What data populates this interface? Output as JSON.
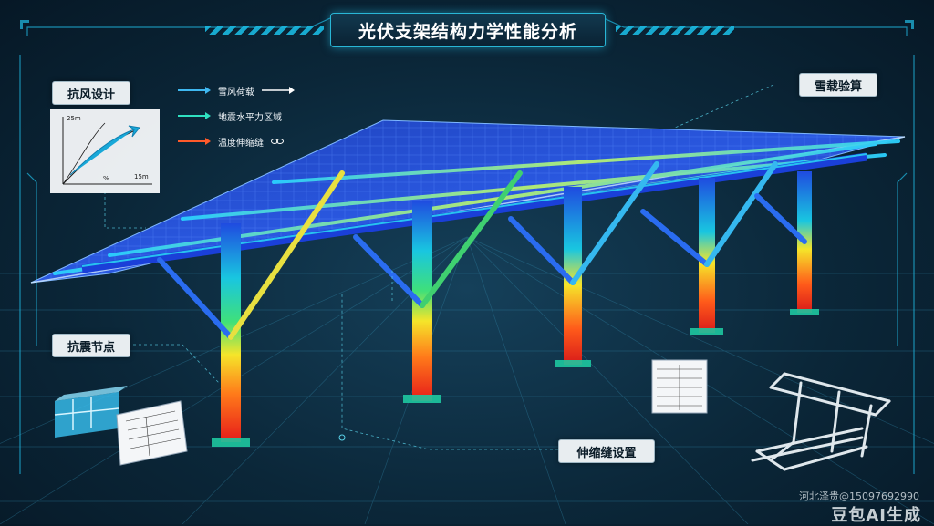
{
  "title": "光伏支架结构力学性能分析",
  "labels": {
    "wind": "抗风设计",
    "snow": "雪载验算",
    "seismic": "抗震节点",
    "expansion": "伸缩缝设置"
  },
  "legend": [
    {
      "text": "雪风荷载",
      "color": "#3fb8f0"
    },
    {
      "text": "地震水平力区域",
      "color": "#2fe0c0"
    },
    {
      "text": "温度伸缩缝",
      "color": "#ff5a2a"
    }
  ],
  "wind_chart": {
    "y_tick": "25m",
    "x_tick": "15m",
    "mid_tick": "%"
  },
  "watermark": {
    "line1": "河北泽贵@15097692990",
    "line2": "豆包AI生成"
  },
  "colors": {
    "accent": "#29b6d6",
    "background": "#0b2739",
    "stress_low": "#1f3fe0",
    "stress_high": "#ff2a1a"
  }
}
